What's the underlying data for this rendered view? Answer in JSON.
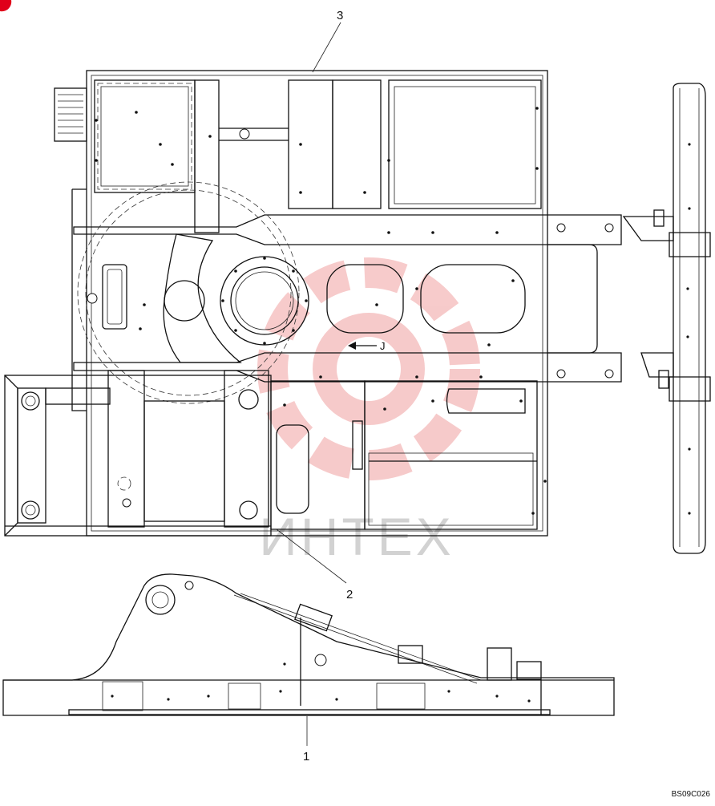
{
  "callouts": {
    "part1": "1",
    "part2": "2",
    "part3": "3"
  },
  "view_arrow_label": "J",
  "drawing_code": "BS09C026",
  "watermark_text": "ИНТЕХ",
  "colors": {
    "line": "#111111",
    "watermark": "#f0a0a0",
    "watermark_text": "#c8c8c8",
    "corner_mark": "#e0001a"
  }
}
